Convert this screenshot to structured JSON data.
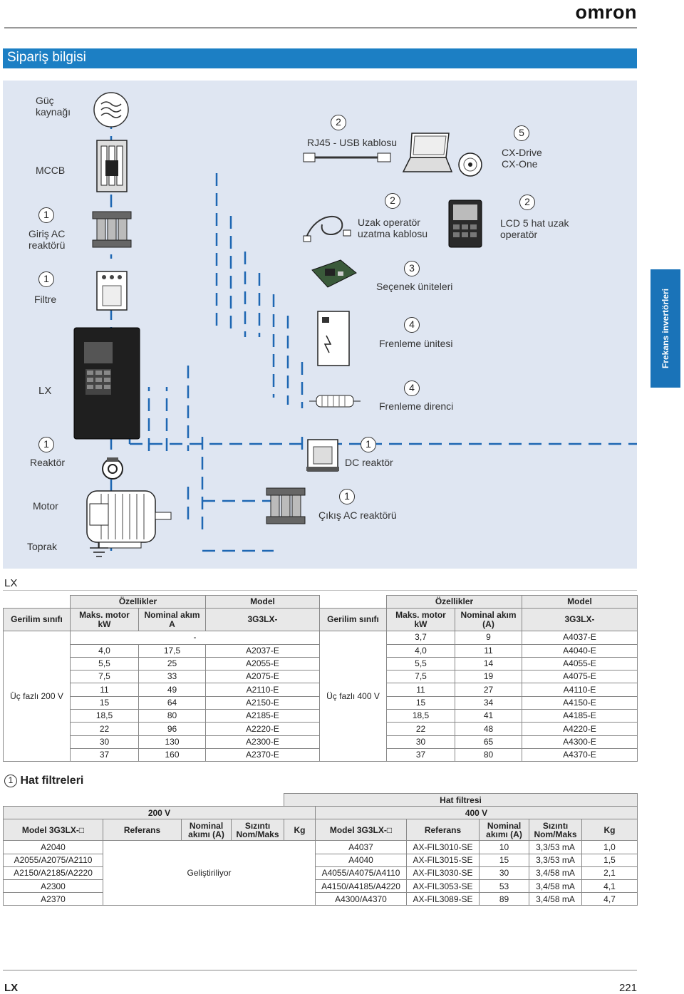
{
  "brand": "omron",
  "section_title": "Sipariş bilgisi",
  "side_tab": "Frekans invertörleri",
  "diagram": {
    "labels": {
      "power": "Güç\nkaynağı",
      "mccb": "MCCB",
      "input_reactor": "Giriş AC\nreaktörü",
      "filter": "Filtre",
      "lx": "LX",
      "reactor": "Reaktör",
      "motor": "Motor",
      "ground": "Toprak",
      "rj45": "RJ45 - USB kablosu",
      "cx": "CX-Drive\nCX-One",
      "remote_cable": "Uzak operatör\nuzatma kablosu",
      "lcd": "LCD 5 hat uzak\noperatör",
      "options": "Seçenek üniteleri",
      "brake_unit": "Frenleme ünitesi",
      "brake_res": "Frenleme direnci",
      "dc_reactor": "DC reaktör",
      "out_reactor": "Çıkış AC reaktörü"
    },
    "badges": {
      "input_reactor": "1",
      "filter": "1",
      "reactor": "1",
      "rj45": "2",
      "cx": "5",
      "remote_cable": "2",
      "lcd": "2",
      "options": "3",
      "brake_unit": "4",
      "brake_res": "4",
      "dc_reactor": "1",
      "out_reactor": "1"
    }
  },
  "lx_heading": "LX",
  "table1": {
    "h_ozellikler": "Özellikler",
    "h_model": "Model",
    "h_gerilim": "Gerilim sınıfı",
    "h_maks": "Maks. motor kW",
    "h_nominal_a": "Nominal akım A",
    "h_nominal_a2": "Nominal akım (A)",
    "h_prefix": "3G3LX-",
    "left_group": "Üç fazlı 200 V",
    "right_group": "Üç fazlı 400 V",
    "rows": [
      {
        "k1": "-",
        "a1": "",
        "m1": "",
        "k2": "3,7",
        "a2": "9",
        "m2": "A4037-E"
      },
      {
        "k1": "4,0",
        "a1": "17,5",
        "m1": "A2037-E",
        "k2": "4,0",
        "a2": "11",
        "m2": "A4040-E"
      },
      {
        "k1": "5,5",
        "a1": "25",
        "m1": "A2055-E",
        "k2": "5,5",
        "a2": "14",
        "m2": "A4055-E"
      },
      {
        "k1": "7,5",
        "a1": "33",
        "m1": "A2075-E",
        "k2": "7,5",
        "a2": "19",
        "m2": "A4075-E"
      },
      {
        "k1": "11",
        "a1": "49",
        "m1": "A2110-E",
        "k2": "11",
        "a2": "27",
        "m2": "A4110-E"
      },
      {
        "k1": "15",
        "a1": "64",
        "m1": "A2150-E",
        "k2": "15",
        "a2": "34",
        "m2": "A4150-E"
      },
      {
        "k1": "18,5",
        "a1": "80",
        "m1": "A2185-E",
        "k2": "18,5",
        "a2": "41",
        "m2": "A4185-E"
      },
      {
        "k1": "22",
        "a1": "96",
        "m1": "A2220-E",
        "k2": "22",
        "a2": "48",
        "m2": "A4220-E"
      },
      {
        "k1": "30",
        "a1": "130",
        "m1": "A2300-E",
        "k2": "30",
        "a2": "65",
        "m2": "A4300-E"
      },
      {
        "k1": "37",
        "a1": "160",
        "m1": "A2370-E",
        "k2": "37",
        "a2": "80",
        "m2": "A4370-E"
      }
    ]
  },
  "hat": {
    "badge": "1",
    "title": "Hat filtreleri",
    "h_top": "Hat filtresi",
    "h_200": "200 V",
    "h_400": "400 V",
    "h_model": "Model 3G3LX-□",
    "h_ref": "Referans",
    "h_nom": "Nominal akımı (A)",
    "h_nom2": "Nominal akımı (A)",
    "h_leak": "Sızıntı Nom/Maks",
    "h_kg": "Kg",
    "dev_note": "Geliştiriliyor",
    "rows": [
      {
        "m1": "A2040",
        "m2": "A4037",
        "ref": "AX-FIL3010-SE",
        "nom": "10",
        "leak": "3,3/53 mA",
        "kg": "1,0"
      },
      {
        "m1": "A2055/A2075/A2110",
        "m2": "A4040",
        "ref": "AX-FIL3015-SE",
        "nom": "15",
        "leak": "3,3/53 mA",
        "kg": "1,5"
      },
      {
        "m1": "A2150/A2185/A2220",
        "m2": "A4055/A4075/A4110",
        "ref": "AX-FIL3030-SE",
        "nom": "30",
        "leak": "3,4/58 mA",
        "kg": "2,1"
      },
      {
        "m1": "A2300",
        "m2": "A4150/A4185/A4220",
        "ref": "AX-FIL3053-SE",
        "nom": "53",
        "leak": "3,4/58 mA",
        "kg": "4,1"
      },
      {
        "m1": "A2370",
        "m2": "A4300/A4370",
        "ref": "AX-FIL3089-SE",
        "nom": "89",
        "leak": "3,4/58 mA",
        "kg": "4,7"
      }
    ]
  },
  "footer": {
    "left": "LX",
    "page": "221"
  }
}
